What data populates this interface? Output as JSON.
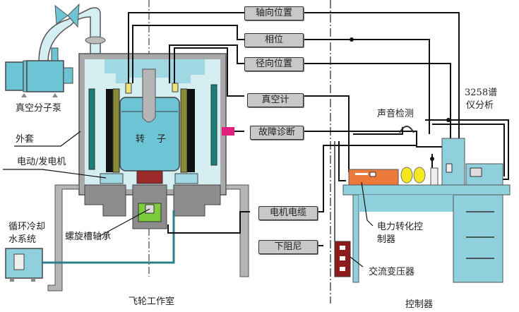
{
  "sections": {
    "flywheel_chamber": "飞轮工作室",
    "controller": "控制器"
  },
  "signal_boxes": {
    "axial_position": "轴向位置",
    "phase": "相位",
    "radial_position": "径向位置",
    "vacuum_gauge": "真空计",
    "fault_diagnosis": "故障诊断",
    "motor_cable": "电机电缆",
    "lower_damper": "下阻尼"
  },
  "labels": {
    "vacuum_pump": "真空分子泵",
    "outer_casing": "外套",
    "motor_generator": "电动/发电机",
    "cooling_line1": "循环冷却",
    "cooling_line2": "水系统",
    "spiral_bearing": "螺旋槽轴承",
    "rotor_left": "转",
    "rotor_right": "子",
    "acoustic_detection": "声音检测",
    "spectrum_line1": "3258谱",
    "spectrum_line2": "仪分析",
    "power_ctrl_line1": "电力转化控",
    "power_ctrl_line2": "制器",
    "ac_transformer": "交流变压器"
  },
  "colors": {
    "casing_gray": "#a9a9a9",
    "inner_light": "#d4eef2",
    "rotor_cyan": "#6cc4d4",
    "teal_strip": "#1a7f7a",
    "olive_strip": "#8a8a3a",
    "brake_red": "#9c2a2a",
    "bearing_green": "#7ccb3a",
    "sensor_yellow": "#eee27a",
    "fault_magenta": "#e0207a",
    "controller_orange": "#ec7a3a",
    "desk_cyan": "#8fd0dc",
    "transformer_red": "#8e1c1c"
  }
}
